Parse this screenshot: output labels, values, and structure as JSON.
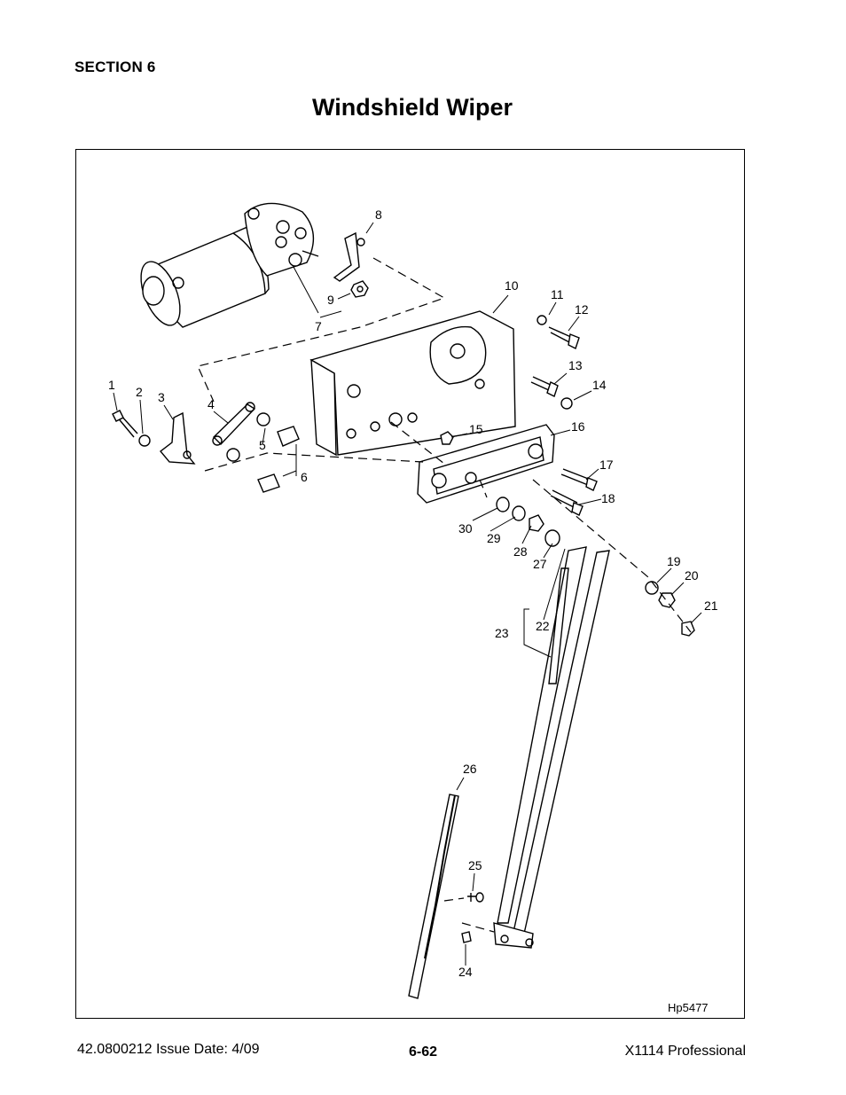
{
  "header": {
    "section": "SECTION 6",
    "title": "Windshield Wiper"
  },
  "figure": {
    "reference_code": "Hp5477",
    "callouts": [
      "1",
      "2",
      "3",
      "4",
      "5",
      "6",
      "7",
      "8",
      "9",
      "10",
      "11",
      "12",
      "13",
      "14",
      "15",
      "16",
      "17",
      "18",
      "19",
      "20",
      "21",
      "22",
      "23",
      "24",
      "25",
      "26",
      "27",
      "28",
      "29",
      "30"
    ]
  },
  "footer": {
    "document_number": "42.0800212  Issue Date: 4/09",
    "page_number": "6-62",
    "product": "X1114 Professional"
  }
}
